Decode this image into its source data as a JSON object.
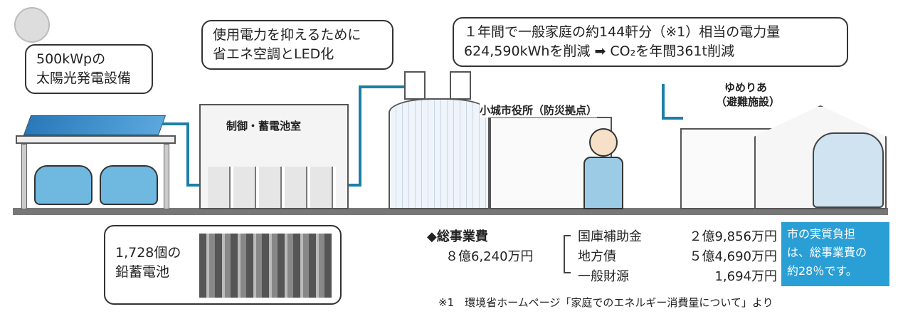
{
  "bubbles": {
    "solar": [
      "500kWpの",
      "太陽光発電設備"
    ],
    "aircon": [
      "使用電力を抑えるために",
      "省エネ空調とLED化"
    ],
    "savings": [
      "１年間で一般家庭の約144軒分（※1）相当の電力量",
      "624,590kWhを削減 ➡ CO₂を年間361t削減"
    ],
    "battery": [
      "1,728個の",
      "鉛蓄電池"
    ]
  },
  "labels": {
    "control_room": "制御・蓄電池室",
    "city_hall": "小城市役所（防災拠点）",
    "shelter_name": "ゆめりあ",
    "shelter_sub": "（避難施設）"
  },
  "costs": {
    "title": "◆総事業費",
    "total": "８億6,240万円",
    "items": [
      {
        "name": "国庫補助金",
        "value": "２億9,856万円"
      },
      {
        "name": "地方債",
        "value": "５億4,690万円"
      },
      {
        "name": "一般財源",
        "value": "1,694万円"
      }
    ],
    "highlight": [
      "市の実質負担",
      "は、総事業費の",
      "約28％です。"
    ]
  },
  "footnote": "※1　環境省ホームページ「家庭でのエネルギー消費量について」より",
  "colors": {
    "accent": "#2a9fd6",
    "line": "#1d7fa6"
  }
}
